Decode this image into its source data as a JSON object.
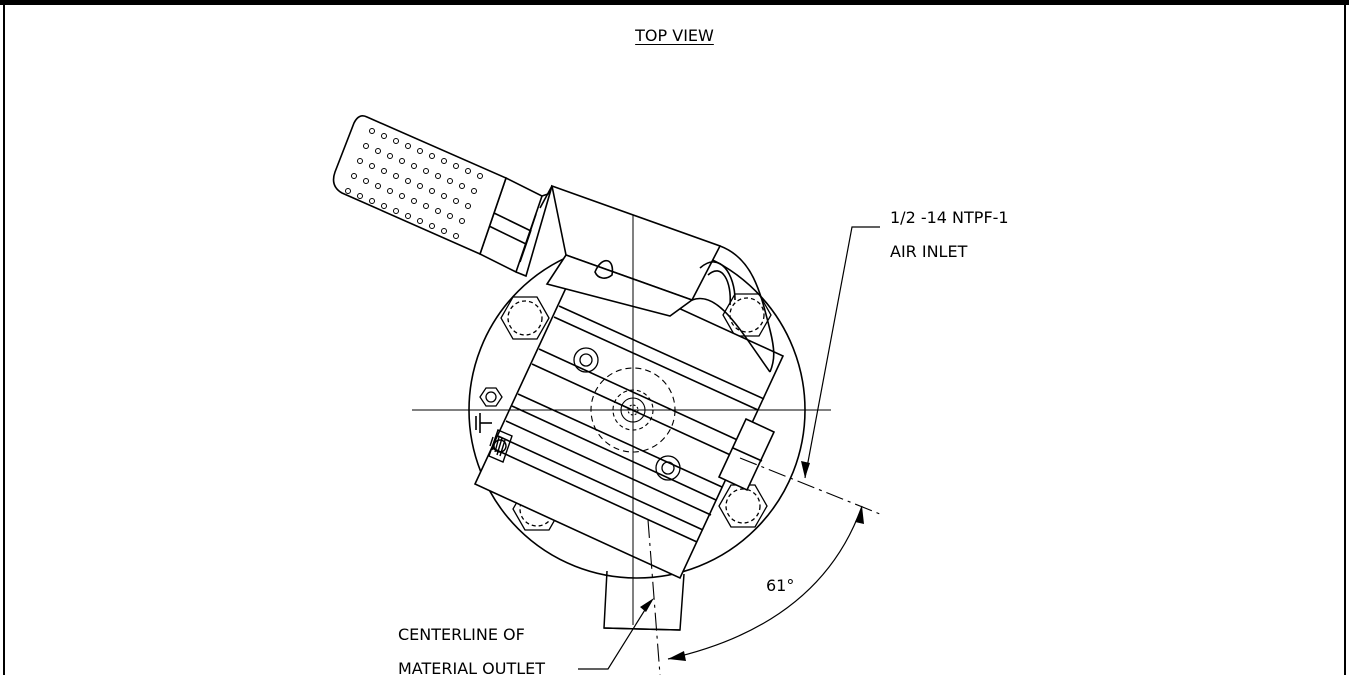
{
  "drawing": {
    "view_title": "TOP VIEW",
    "air_inlet_callout": {
      "line1": "1/2 -14 NTPF-1",
      "line2": "AIR INLET"
    },
    "outlet_callout": {
      "line1": "CENTERLINE OF",
      "line2": "MATERIAL OUTLET"
    },
    "angle_dimension": "61°",
    "line_color": "#000000",
    "background_color": "#ffffff"
  }
}
